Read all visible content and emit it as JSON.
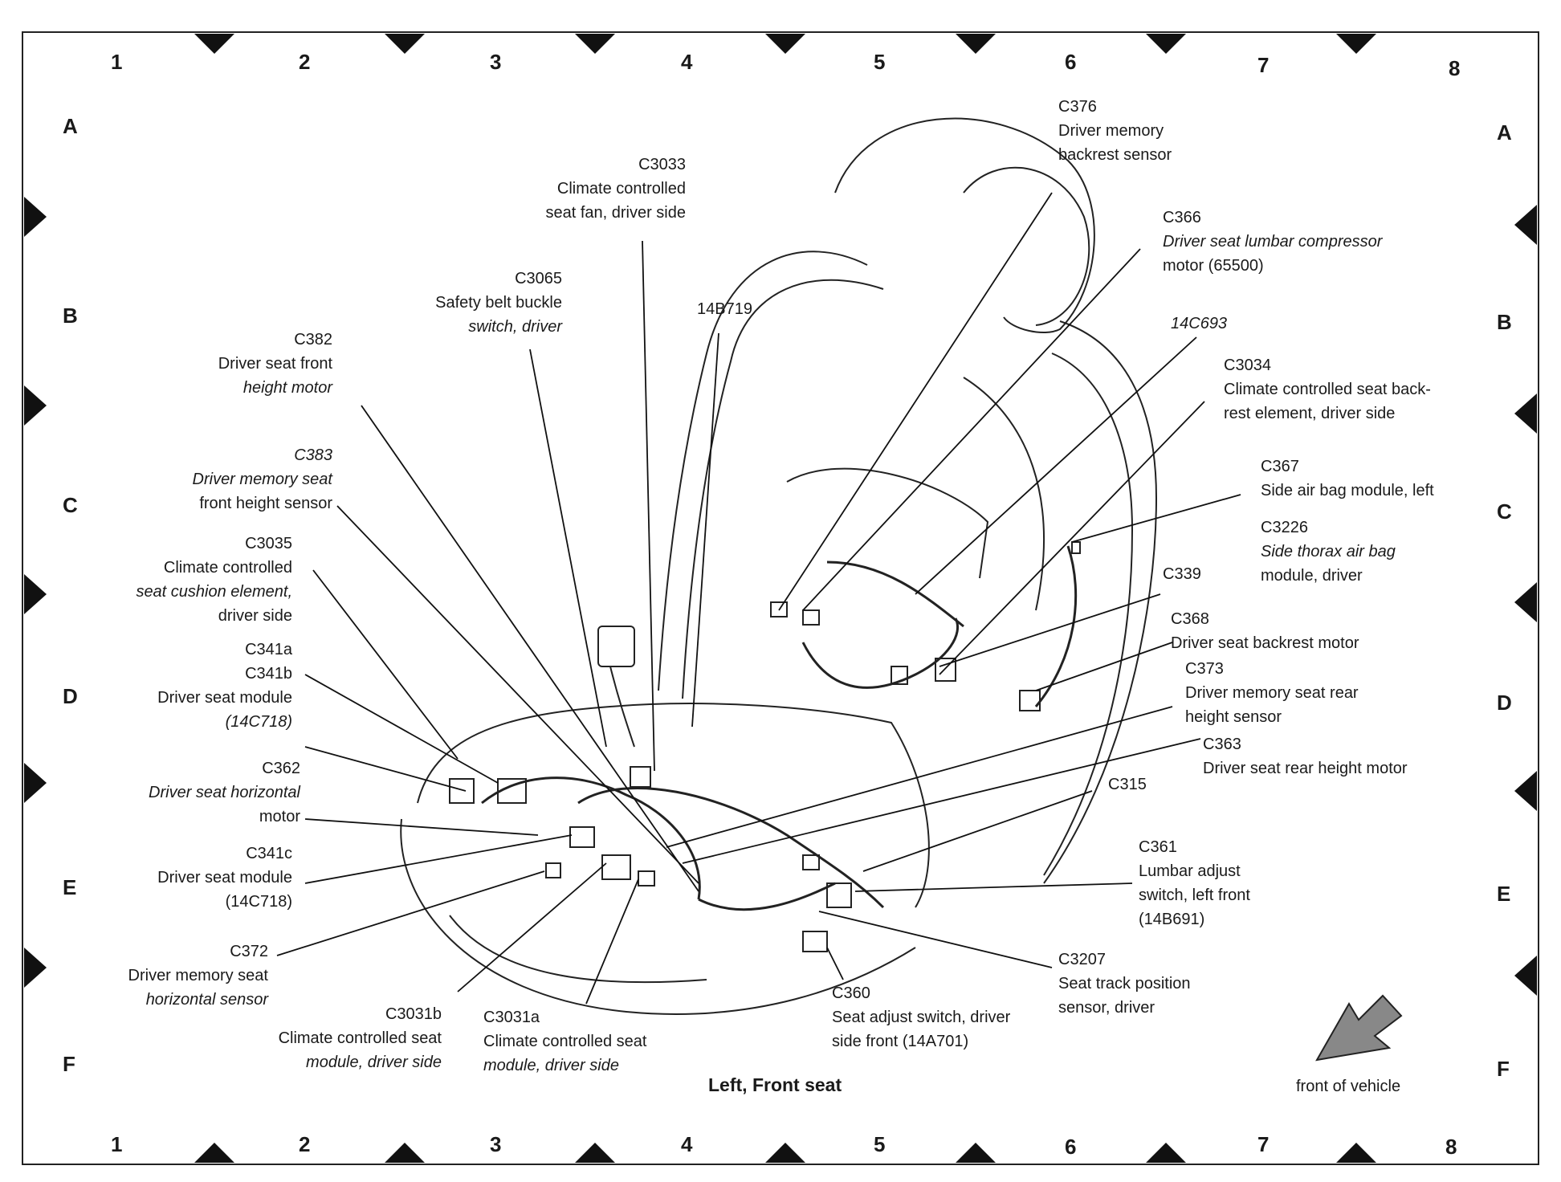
{
  "grid": {
    "columns": [
      "1",
      "2",
      "3",
      "4",
      "5",
      "6",
      "7",
      "8"
    ],
    "rows": [
      "A",
      "B",
      "C",
      "D",
      "E",
      "F"
    ]
  },
  "title": "Left, Front seat",
  "front_label": "front of vehicle",
  "callouts": {
    "c376": {
      "code": "C376",
      "line1": "Driver memory",
      "line2": "backrest sensor"
    },
    "c366": {
      "code": "C366",
      "line1": "Driver seat lumbar compressor",
      "line2": "motor (65500)"
    },
    "p14c693": {
      "code": "14C693"
    },
    "c3034": {
      "code": "C3034",
      "line1": "Climate controlled seat back-",
      "line2": "rest element, driver side"
    },
    "c367": {
      "code": "C367",
      "line1": "Side air bag module, left"
    },
    "c3226": {
      "code": "C3226",
      "line1": "Side thorax air bag",
      "line2": "module, driver"
    },
    "c339": {
      "code": "C339"
    },
    "c368": {
      "code": "C368",
      "line1": "Driver seat backrest motor"
    },
    "c373": {
      "code": "C373",
      "line1": "Driver memory seat rear",
      "line2": "height sensor"
    },
    "c363": {
      "code": "C363",
      "line1": "Driver seat rear height motor"
    },
    "c315": {
      "code": "C315"
    },
    "c361": {
      "code": "C361",
      "line1": "Lumbar adjust",
      "line2": "switch, left front",
      "line3": "(14B691)"
    },
    "c3207": {
      "code": "C3207",
      "line1": "Seat track position",
      "line2": "sensor, driver"
    },
    "c360": {
      "code": "C360",
      "line1": "Seat adjust switch, driver",
      "line2": "side front (14A701)"
    },
    "c3031a": {
      "code": "C3031a",
      "line1": "Climate controlled seat",
      "line2": "module, driver side"
    },
    "c3031b": {
      "code": "C3031b",
      "line1": "Climate controlled seat",
      "line2": "module, driver side"
    },
    "c372": {
      "code": "C372",
      "line1": "Driver memory seat",
      "line2": "horizontal sensor"
    },
    "c341c": {
      "code": "C341c",
      "line1": "Driver seat module",
      "line2": "(14C718)"
    },
    "c362": {
      "code": "C362",
      "line1": "Driver seat horizontal",
      "line2": "motor"
    },
    "c341ab": {
      "code_a": "C341a",
      "code_b": "C341b",
      "line1": "Driver seat module",
      "line2": "(14C718)"
    },
    "c3035": {
      "code": "C3035",
      "line1": "Climate controlled",
      "line2": "seat cushion element,",
      "line3": "driver side"
    },
    "c383": {
      "code": "C383",
      "line1": "Driver memory seat",
      "line2": "front height sensor"
    },
    "c382": {
      "code": "C382",
      "line1": "Driver seat front",
      "line2": "height motor"
    },
    "c3065": {
      "code": "C3065",
      "line1": "Safety belt buckle",
      "line2": "switch, driver"
    },
    "c3033": {
      "code": "C3033",
      "line1": "Climate controlled",
      "line2": "seat fan, driver side"
    },
    "p14b719": {
      "code": "14B719"
    }
  }
}
